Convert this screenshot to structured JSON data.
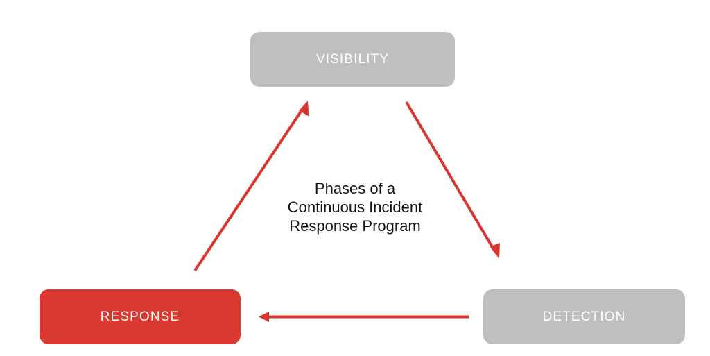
{
  "diagram": {
    "title": "Phases of a Continuous Incident Response Program",
    "background_color": "#ffffff",
    "center_caption": {
      "lines": [
        "Phases of a",
        "Continuous Incident",
        "Response Program"
      ],
      "text_color": "#141414"
    },
    "nodes": [
      {
        "id": "visibility",
        "label": "VISIBILITY",
        "fill_color": "#bfbfbf",
        "text_color": "#ffffff",
        "state": "inactive"
      },
      {
        "id": "response",
        "label": "RESPONSE",
        "fill_color": "#d9392f",
        "text_color": "#ffffff",
        "state": "highlighted"
      },
      {
        "id": "detection",
        "label": "DETECTION",
        "fill_color": "#bfbfbf",
        "text_color": "#ffffff",
        "state": "inactive"
      }
    ],
    "arrows": [
      {
        "id": "response-to-visibility",
        "from": "response",
        "to": "visibility",
        "color": "#d8352f",
        "direction": "up-right"
      },
      {
        "id": "visibility-to-detection",
        "from": "visibility",
        "to": "detection",
        "color": "#d8352f",
        "direction": "down-right"
      },
      {
        "id": "detection-to-response",
        "from": "detection",
        "to": "response",
        "color": "#d8352f",
        "direction": "left"
      }
    ]
  }
}
